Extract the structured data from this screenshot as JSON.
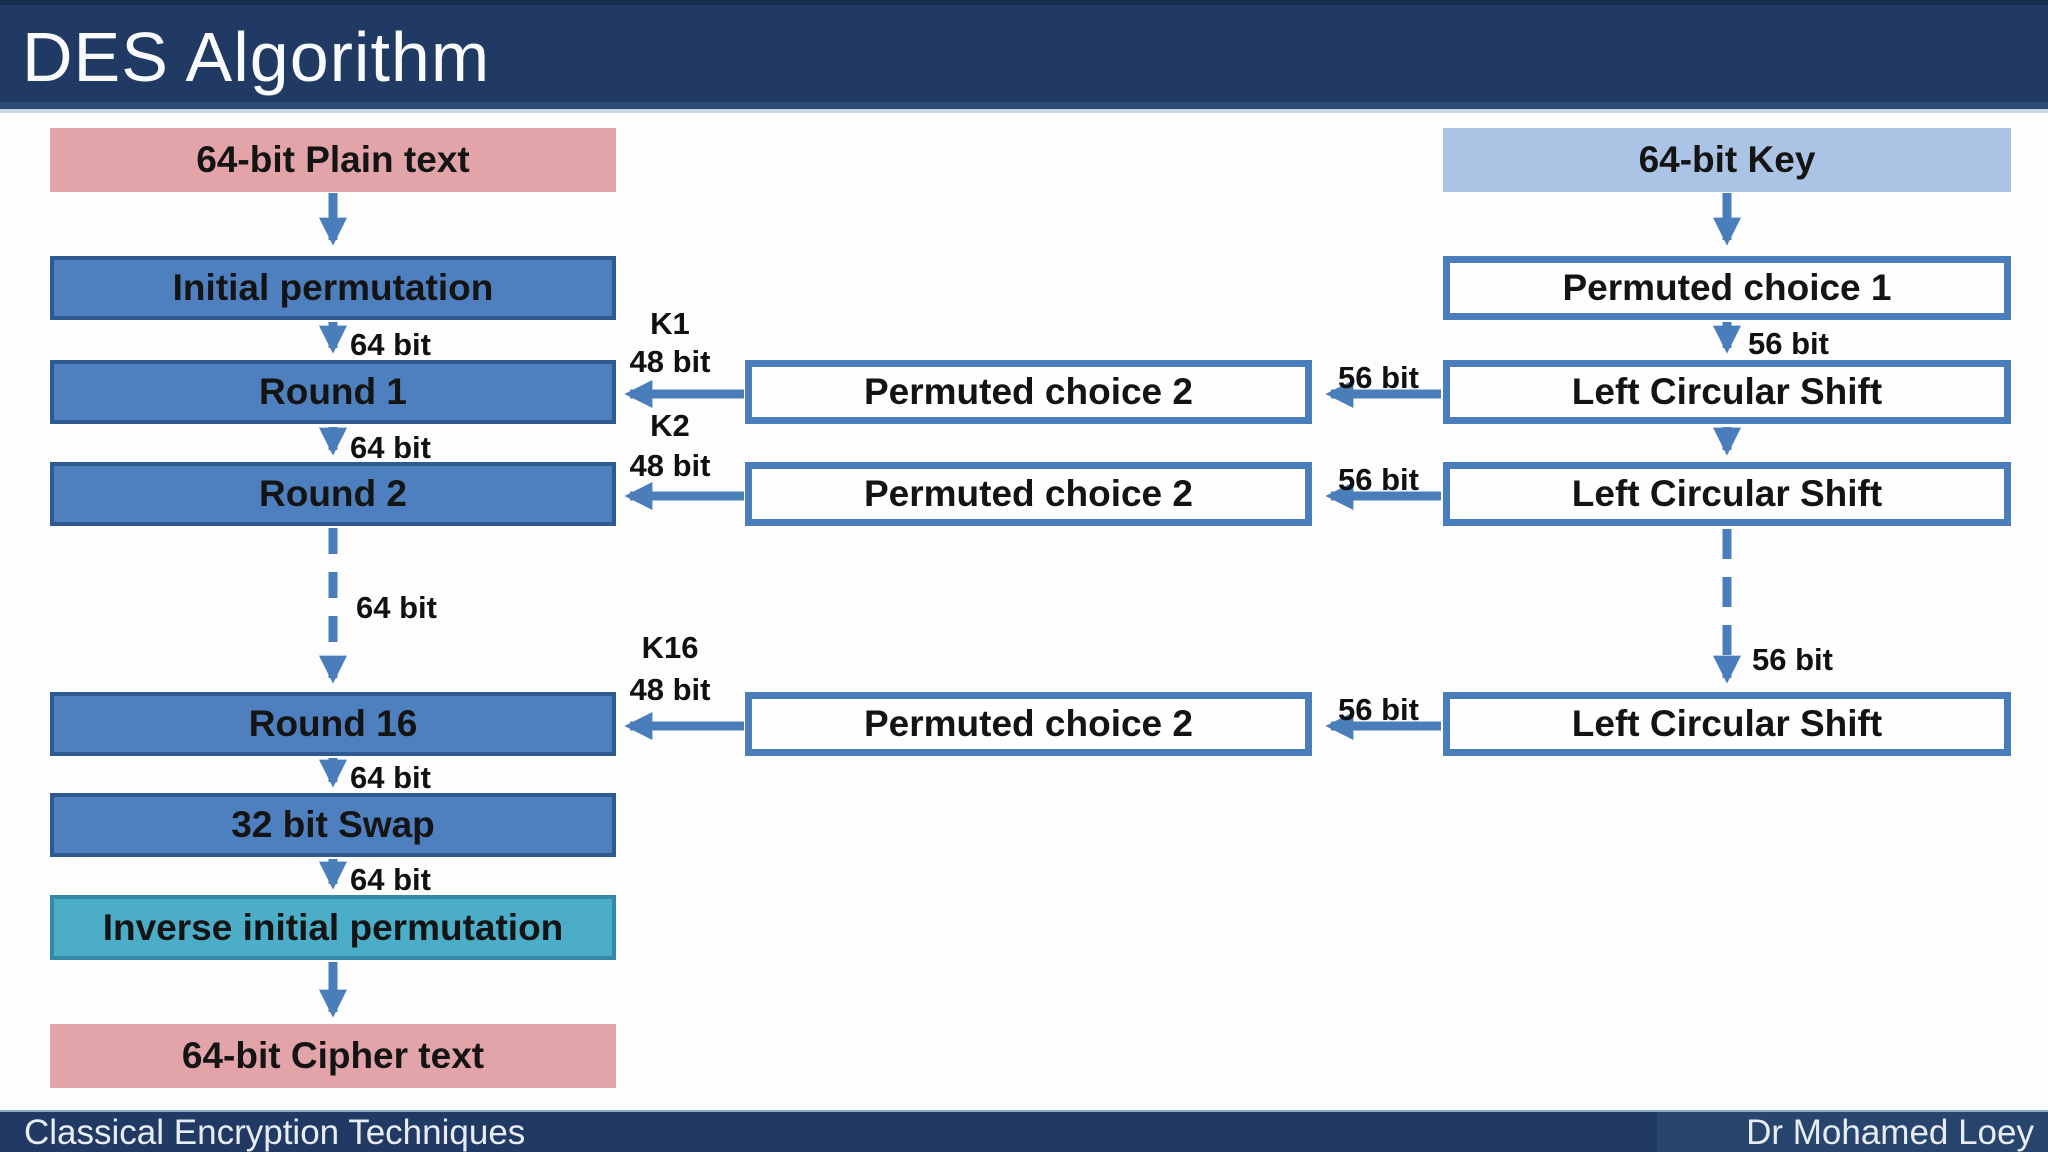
{
  "slide": {
    "title": "DES Algorithm"
  },
  "footer": {
    "left_text": "Classical Encryption Techniques",
    "right_text": "Dr Mohamed Loey"
  },
  "flow": {
    "left_column": {
      "plain_text": "64-bit Plain text",
      "initial_permutation": "Initial permutation",
      "round_1": "Round 1",
      "round_2": "Round 2",
      "round_16": "Round 16",
      "swap": "32 bit Swap",
      "inverse_initial_permutation": "Inverse initial permutation",
      "cipher_text": "64-bit Cipher text"
    },
    "middle_column": {
      "pc2": [
        "Permuted choice 2",
        "Permuted choice 2",
        "Permuted choice 2"
      ]
    },
    "right_column": {
      "key": "64-bit Key",
      "pc1": "Permuted choice 1",
      "lcs": [
        "Left Circular Shift",
        "Left Circular Shift",
        "Left Circular Shift"
      ]
    },
    "labels": {
      "left64": [
        "64 bit",
        "64 bit",
        "64 bit",
        "64 bit",
        "64 bit"
      ],
      "keys": [
        {
          "k": "K1",
          "bits": "48 bit"
        },
        {
          "k": "K2",
          "bits": "48 bit"
        },
        {
          "k": "K16",
          "bits": "48 bit"
        }
      ],
      "right56": [
        "56 bit",
        "56 bit",
        "56 bit",
        "56 bit",
        "56 bit"
      ]
    }
  },
  "colors": {
    "header_navy": "#203a63",
    "process_blue_fill": "#4e80bf",
    "process_blue_border": "#2e5a8f",
    "white_box_border": "#4a7ebb",
    "plain_cipher_pink": "#e2a4a9",
    "key_light_blue": "#abc4e5",
    "inverse_teal": "#4badc7",
    "arrow_blue": "#4a7ebb",
    "footer_text": "#e8edf5"
  }
}
